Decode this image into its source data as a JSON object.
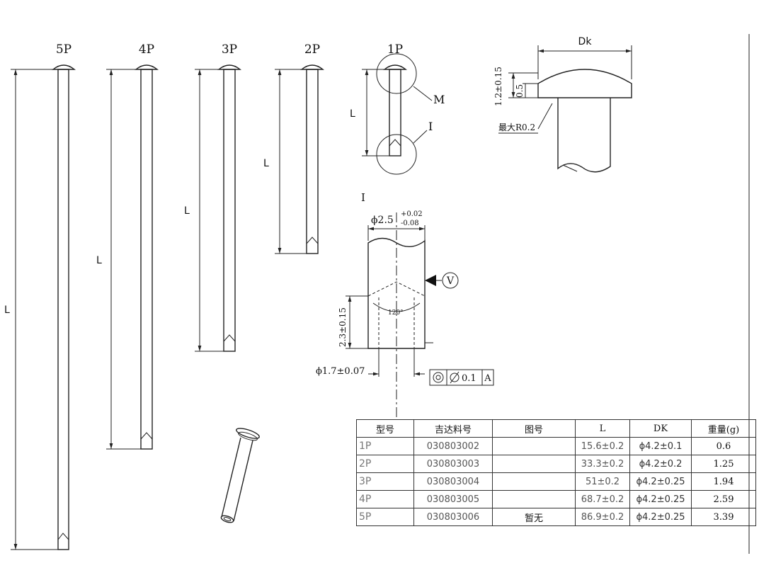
{
  "pins": [
    {
      "label": "5P"
    },
    {
      "label": "4P"
    },
    {
      "label": "3P"
    },
    {
      "label": "2P"
    },
    {
      "label": "1P"
    }
  ],
  "detail_labels": {
    "m": "M",
    "i": "I",
    "i_view": "I",
    "dk": "Dk",
    "head_height": "1.2±0.15",
    "head_thickness": "0.5",
    "fillet": "最大R0.2",
    "shank_dia": "ϕ2.5",
    "shank_tol_upper": "+0.02",
    "shank_tol_lower": "-0.08",
    "v_symbol": "V",
    "angle": "120°",
    "tip_length": "2.3±0.15",
    "tip_dia": "ϕ1.7±0.07",
    "coax_tol": "0.1",
    "datum": "A",
    "length_mark": "L"
  },
  "table": {
    "headers": [
      "型号",
      "吉达料号",
      "图号",
      "L",
      "DK",
      "重量(g)"
    ],
    "rows": [
      {
        "model": "1P",
        "part_no": "030803002",
        "drawing_no": "",
        "length": "15.6±0.2",
        "dk": "ϕ4.2±0.1",
        "weight": "0.6"
      },
      {
        "model": "2P",
        "part_no": "030803003",
        "drawing_no": "",
        "length": "33.3±0.2",
        "dk": "ϕ4.2±0.2",
        "weight": "1.25"
      },
      {
        "model": "3P",
        "part_no": "030803004",
        "drawing_no": "",
        "length": "51±0.2",
        "dk": "ϕ4.2±0.25",
        "weight": "1.94"
      },
      {
        "model": "4P",
        "part_no": "030803005",
        "drawing_no": "",
        "length": "68.7±0.2",
        "dk": "ϕ4.2±0.25",
        "weight": "2.59"
      },
      {
        "model": "5P",
        "part_no": "030803006",
        "drawing_no": "暂无",
        "length": "86.9±0.2",
        "dk": "ϕ4.2±0.25",
        "weight": "3.39"
      }
    ]
  }
}
